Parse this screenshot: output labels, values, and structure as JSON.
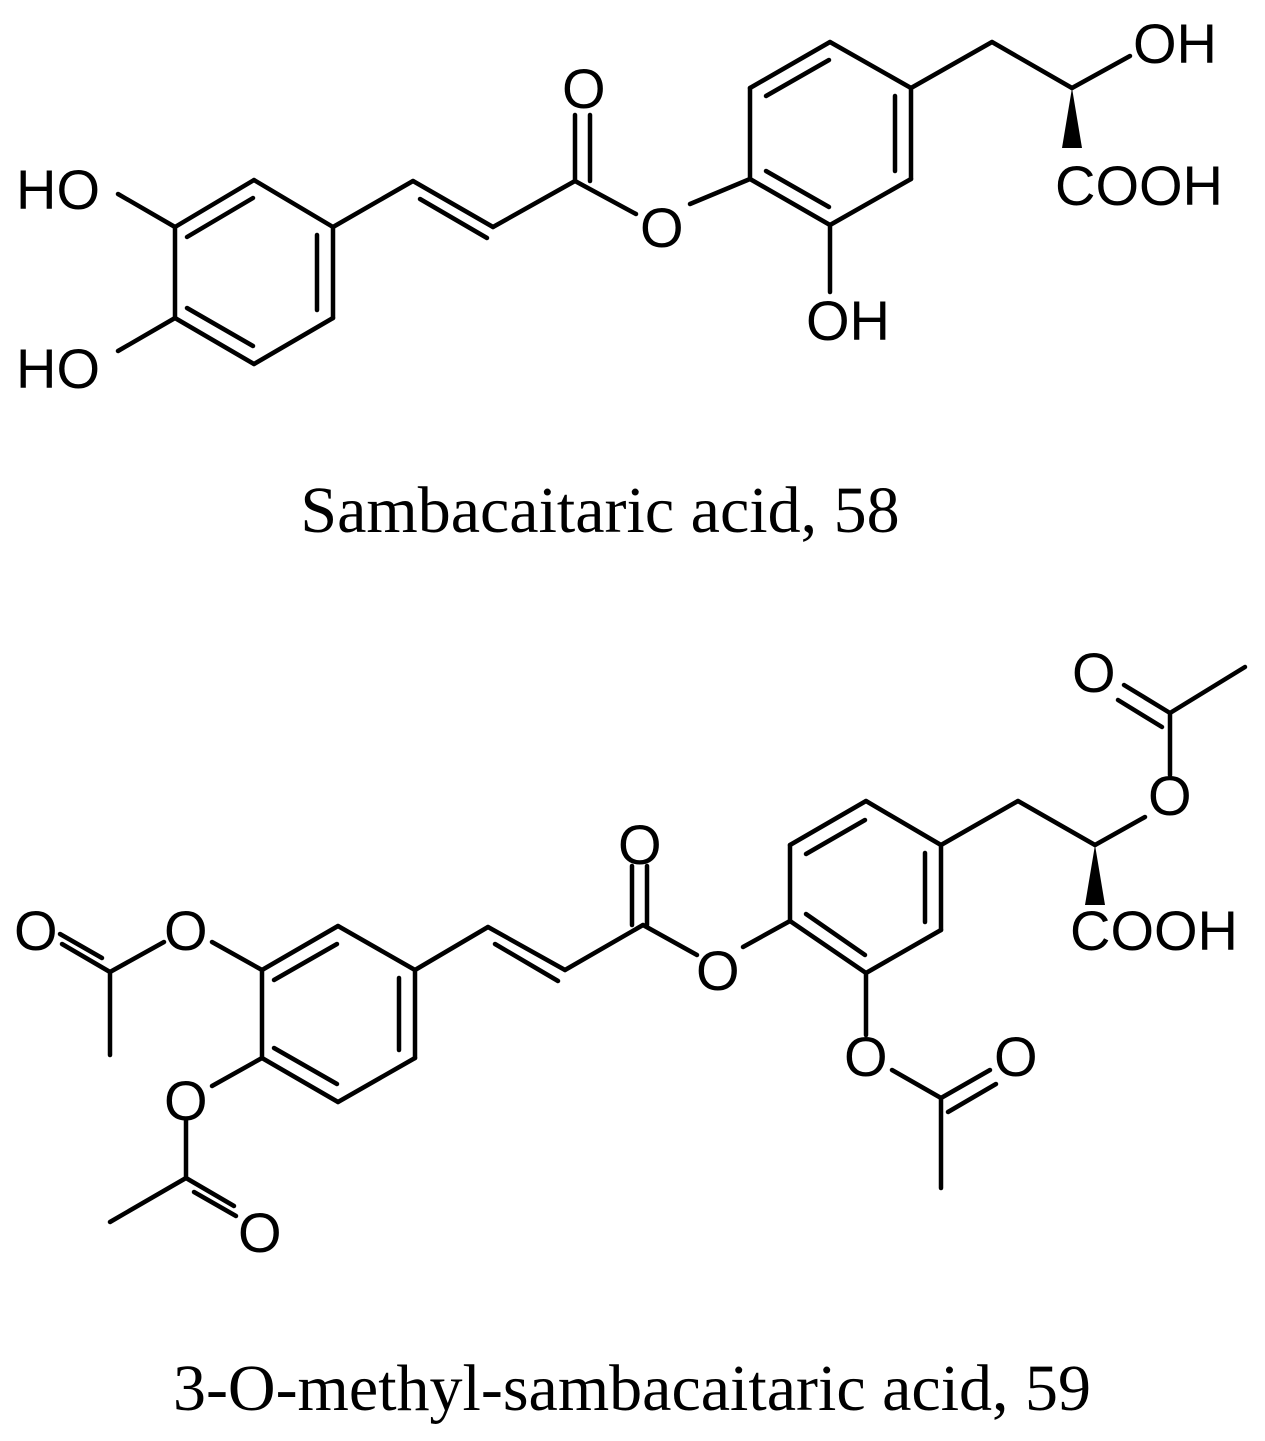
{
  "molecule_58": {
    "name": "Sambacaitaric acid, 58",
    "labels": {
      "ho_top": "HO",
      "ho_bottom": "HO",
      "carbonyl_o": "O",
      "ester_o": "O",
      "ring_oh": "OH",
      "side_oh": "OH",
      "cooh": "COOH"
    }
  },
  "molecule_59": {
    "name": "3-O-methyl-sambacaitaric acid, 59",
    "labels": {
      "acetyl1_carbonyl_o": "O",
      "acetyl1_ester_o": "O",
      "acetyl2_ester_o": "O",
      "acetyl2_carbonyl_o": "O",
      "carbonyl_o": "O",
      "ester_o": "O",
      "acetyl3_ester_o": "O",
      "acetyl3_carbonyl_o": "O",
      "acetyl4_carbonyl_o": "O",
      "acetyl4_ester_o": "O",
      "cooh": "COOH"
    }
  },
  "colors": {
    "ink": "#000000",
    "background": "#ffffff"
  }
}
